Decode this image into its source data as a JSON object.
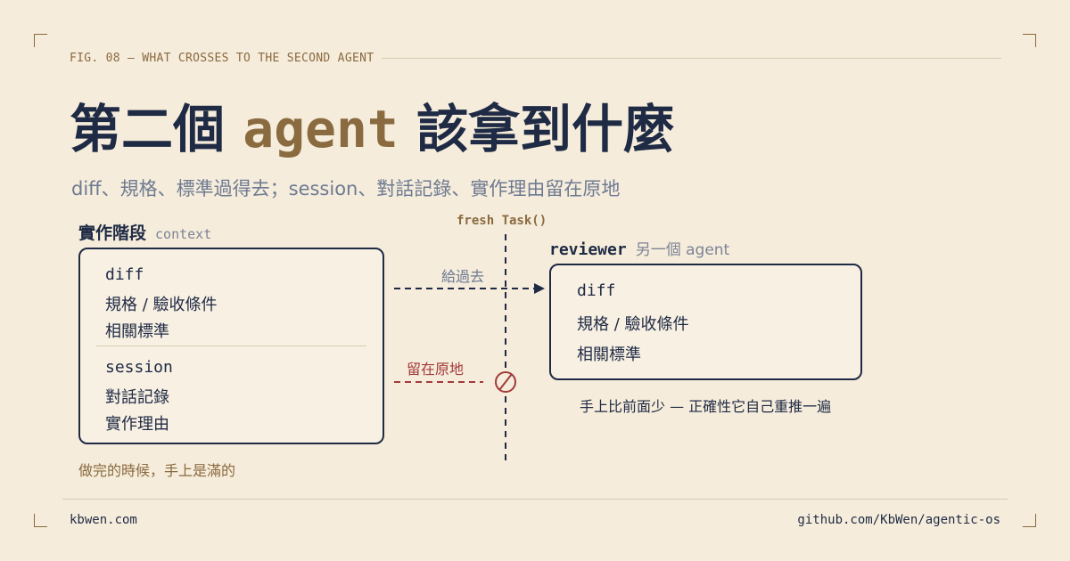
{
  "header": {
    "fig_label": "FIG. 08 — WHAT CROSSES TO THE SECOND AGENT",
    "title_prefix": "第二個 ",
    "title_accent": "agent",
    "title_suffix": " 該拿到什麼",
    "subtitle": "diff、規格、標準過得去；session、對話記錄、實作理由留在原地"
  },
  "left_panel": {
    "title": "實作階段",
    "subtitle": "context",
    "items_passed": [
      "diff",
      "規格 / 驗收條件",
      "相關標準"
    ],
    "items_kept": [
      "session",
      "對話記錄",
      "實作理由"
    ],
    "note": "做完的時候，手上是滿的"
  },
  "boundary": {
    "label": "fresh Task()",
    "give_label": "給過去",
    "stay_label": "留在原地"
  },
  "right_panel": {
    "title": "reviewer",
    "subtitle": "另一個 agent",
    "items": [
      "diff",
      "規格 / 驗收條件",
      "相關標準"
    ],
    "note": "手上比前面少 — 正確性它自己重推一遍"
  },
  "footer": {
    "left": "kbwen.com",
    "right": "github.com/KbWen/agentic-os"
  },
  "colors": {
    "background": "#f5ecdb",
    "ink": "#1f2a44",
    "accent_gold": "#8a6a3f",
    "muted": "#6e7a92",
    "danger_red": "#a23a3a"
  }
}
